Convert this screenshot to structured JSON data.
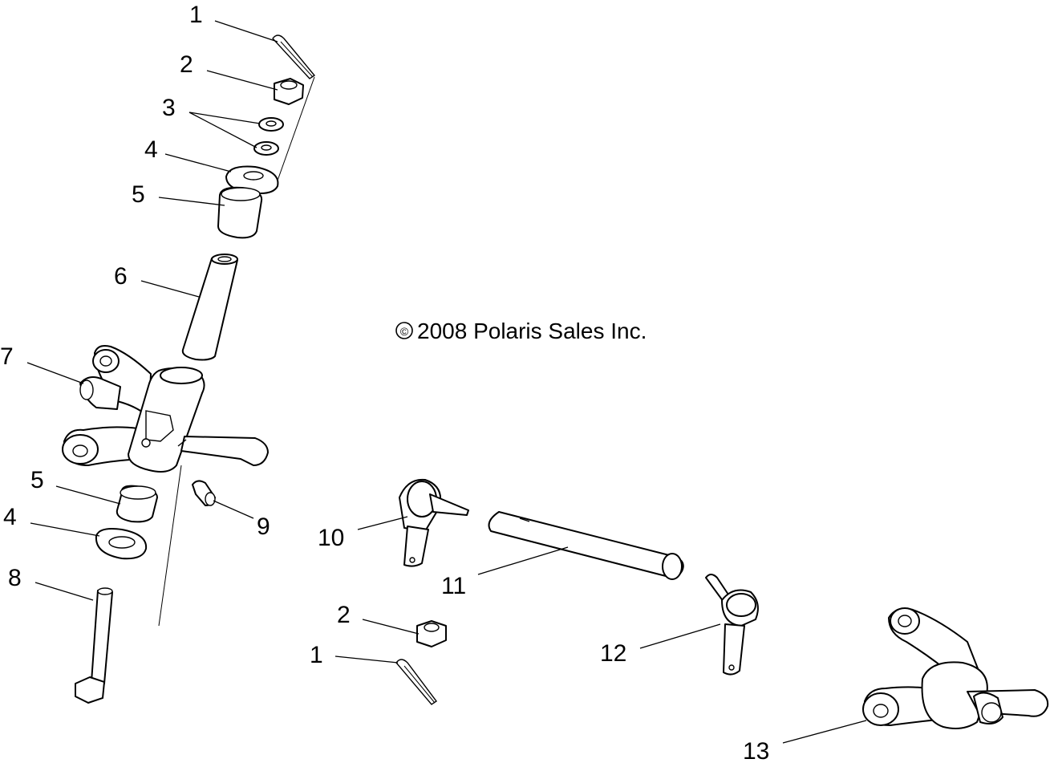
{
  "copyright": "2008 Polaris Sales Inc.",
  "copyright_symbol": "©",
  "callouts": {
    "c1_top": "1",
    "c2_top": "2",
    "c3": "3",
    "c4_top": "4",
    "c5_top": "5",
    "c6": "6",
    "c7": "7",
    "c5_bottom": "5",
    "c4_bottom": "4",
    "c8": "8",
    "c9": "9",
    "c10": "10",
    "c11": "11",
    "c2_bottom": "2",
    "c1_bottom": "1",
    "c12": "12",
    "c13": "13"
  }
}
